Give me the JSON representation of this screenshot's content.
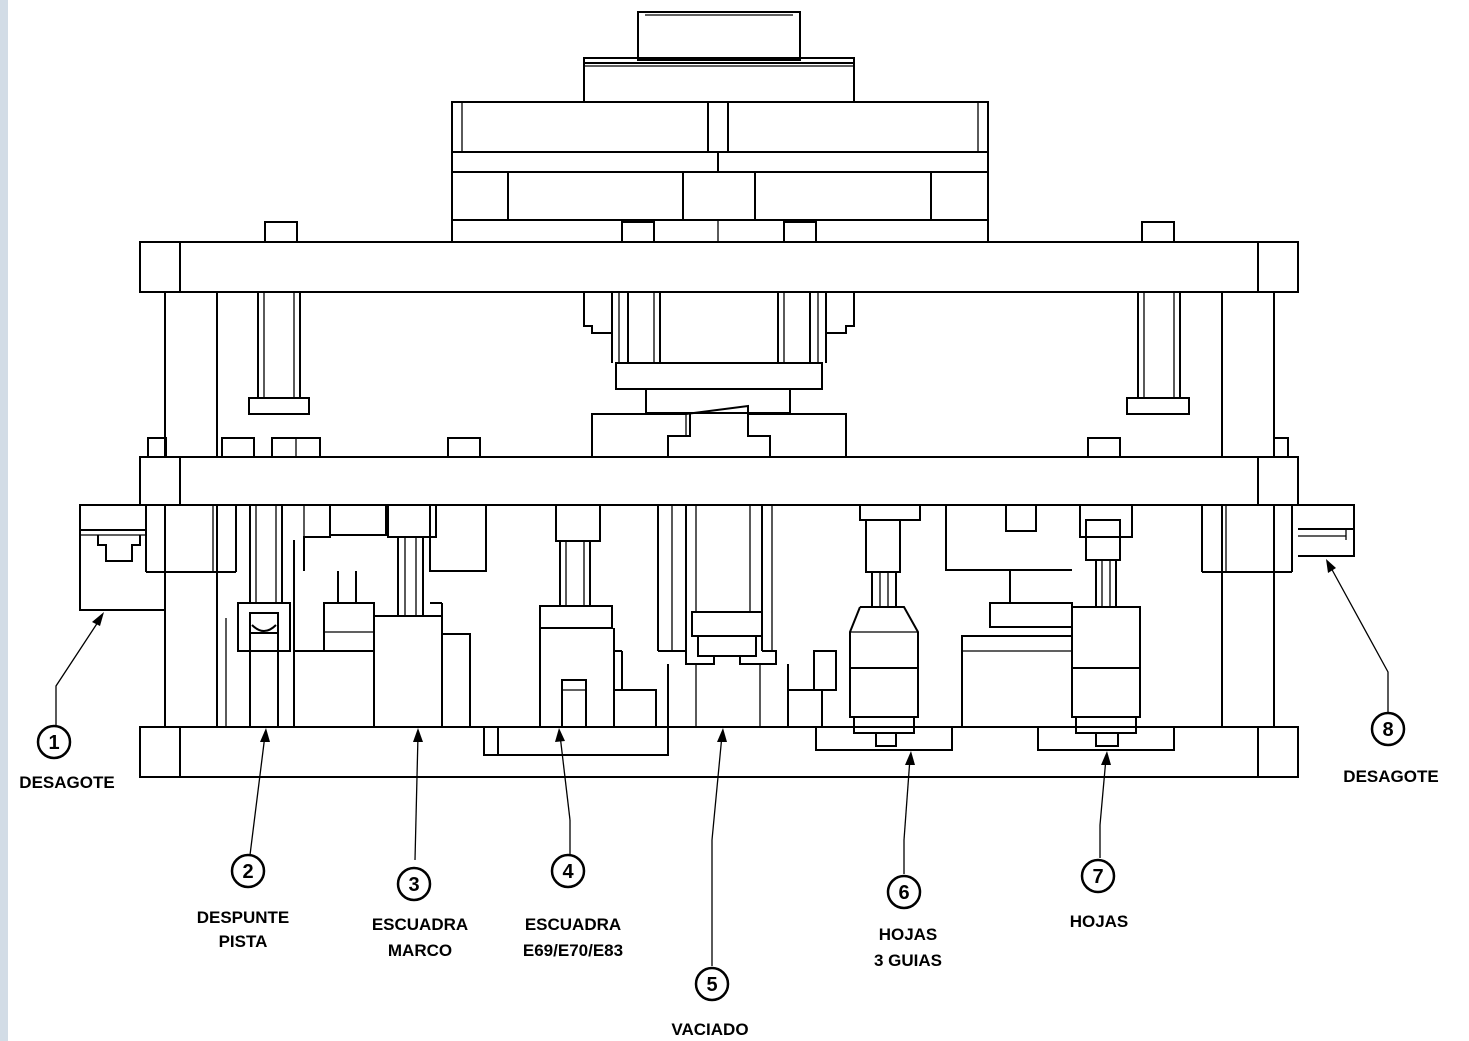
{
  "callouts": [
    {
      "number": "1",
      "lines": [
        "DESAGOTE"
      ]
    },
    {
      "number": "2",
      "lines": [
        "DESPUNTE",
        "PISTA"
      ]
    },
    {
      "number": "3",
      "lines": [
        "ESCUADRA",
        "MARCO"
      ]
    },
    {
      "number": "4",
      "lines": [
        "ESCUADRA",
        "E69/E70/E83"
      ]
    },
    {
      "number": "5",
      "lines": [
        "VACIADO"
      ]
    },
    {
      "number": "6",
      "lines": [
        "HOJAS",
        "3 GUIAS"
      ]
    },
    {
      "number": "7",
      "lines": [
        "HOJAS"
      ]
    },
    {
      "number": "8",
      "lines": [
        "DESAGOTE"
      ]
    }
  ]
}
